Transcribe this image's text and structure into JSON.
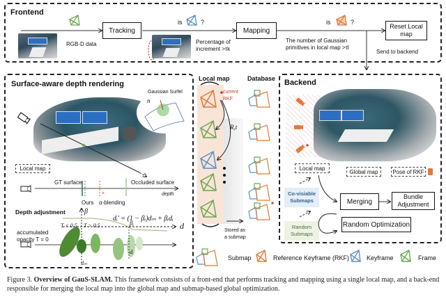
{
  "frontend": {
    "title": "Frontend",
    "input_label": "RGB-D data",
    "tracking": "Tracking",
    "mapping": "Mapping",
    "reset": "Reset Local map",
    "is1": "is",
    "is2": "is",
    "q": "?",
    "cond1_line1": "Percentage of",
    "cond1_line2": "increment >τk",
    "cond2_line1": "The number of Gaussian",
    "cond2_line2": "primitives in local map >τl",
    "send": "Send  to backend"
  },
  "surface": {
    "title": "Surface-aware depth rendering",
    "surfel": "Gaussian Surfel",
    "surfel_n": "n",
    "local_map": "Local map",
    "gt_surface": "GT surface",
    "occluded": "Occluded surface",
    "depth": "depth",
    "ours": "Ours",
    "alpha": "α-blending",
    "depth_adj": "Depth adjustment",
    "beta": "β",
    "formula": "dᵢ' = (1 − βᵢ)dₘ + βᵢdᵢ",
    "beta_i": "βᵢ",
    "t_lt": "T < 0.5",
    "t_gt": "T > 0.5",
    "acc1": "accumulated",
    "acc2": "opacity T = 0",
    "d": "d",
    "dm": "dₘ",
    "di": "dᵢ"
  },
  "localmap": {
    "title": "Local map",
    "db_title": "Database",
    "current1": "current",
    "current2": "RKF",
    "rt": "R,t",
    "stored1": "Stored as",
    "stored2": "a submap"
  },
  "backend": {
    "title": "Backend",
    "local_map": "Local map",
    "global_map": "Global map",
    "pose_rkf": "Pose of RKF",
    "covis1": "Co-visiable",
    "covis2": "Submaps",
    "random1": "Random",
    "random2": "Submaps",
    "merging": "Merging",
    "ba1": "Bundle",
    "ba2": "Adjustment",
    "random_opt": "Random Optimization"
  },
  "legend": {
    "submap": "Submap",
    "rkf": "Reference Keyframe (RKF)",
    "keyframe": "Keyframe",
    "frame": "Frame"
  },
  "colors": {
    "frame": "#6aa84f",
    "keyframe": "#5b8fc7",
    "rkf": "#e07b39",
    "red": "#c0392b"
  },
  "caption": {
    "prefix": "Figure 3.",
    "bold": "Overview of GauS-SLAM.",
    "text": "This framework consists of a front-end that performs tracking and mapping using a single local map, and a back-end responsible for merging the local map into the global map and submap-based global optimization."
  }
}
